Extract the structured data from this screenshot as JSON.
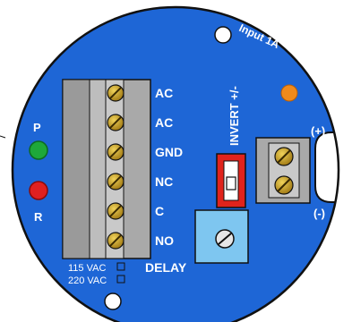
{
  "board": {
    "input_label": "Input 1A",
    "terminals": [
      "AC",
      "AC",
      "GND",
      "NC",
      "C",
      "NO"
    ],
    "delay_label": "DELAY",
    "invert_label": "INVERT +/-",
    "plus_label": "(+)",
    "minus_label": "(-)",
    "led_p_label": "P",
    "led_r_label": "R",
    "voltage_options": [
      "115 VAC",
      "220 VAC"
    ]
  },
  "colors": {
    "board_blue": "#1e66d6",
    "outline": "#111111",
    "terminal_gray": "#a9a9a9",
    "screw_brass": "#b48a1c",
    "led_green": "#1ea83a",
    "led_red": "#e02020",
    "led_orange": "#f08a1c",
    "switch_red": "#e0231c",
    "pot_blue": "#7ec6f0"
  },
  "icons": {
    "screw": "slotted-screw-icon",
    "pot": "potentiometer-dial-icon"
  }
}
